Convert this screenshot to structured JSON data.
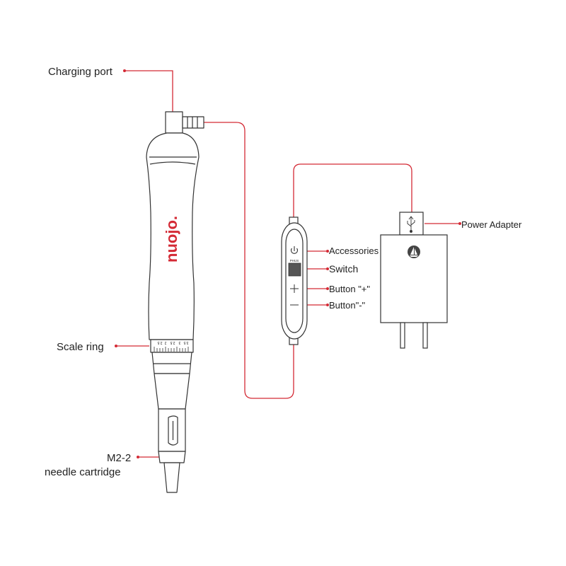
{
  "labels": {
    "charging_port": "Charging port",
    "scale_ring": "Scale ring",
    "cartridge_line1": "M2-2",
    "cartridge_line2": "needle cartridge",
    "accessories": "Accessories",
    "switch": "Switch",
    "button_plus": "Button \"+\"",
    "button_minus": "Button\"-\"",
    "power_adapter": "Power Adapter"
  },
  "brand": "nuojo.",
  "scale_ticks": [
    "3.5",
    "3",
    "2.5",
    "2",
    "2.5"
  ],
  "controller_mark": "PHUS",
  "colors": {
    "accent": "#d42a35",
    "outline": "#333333",
    "text": "#222222"
  }
}
